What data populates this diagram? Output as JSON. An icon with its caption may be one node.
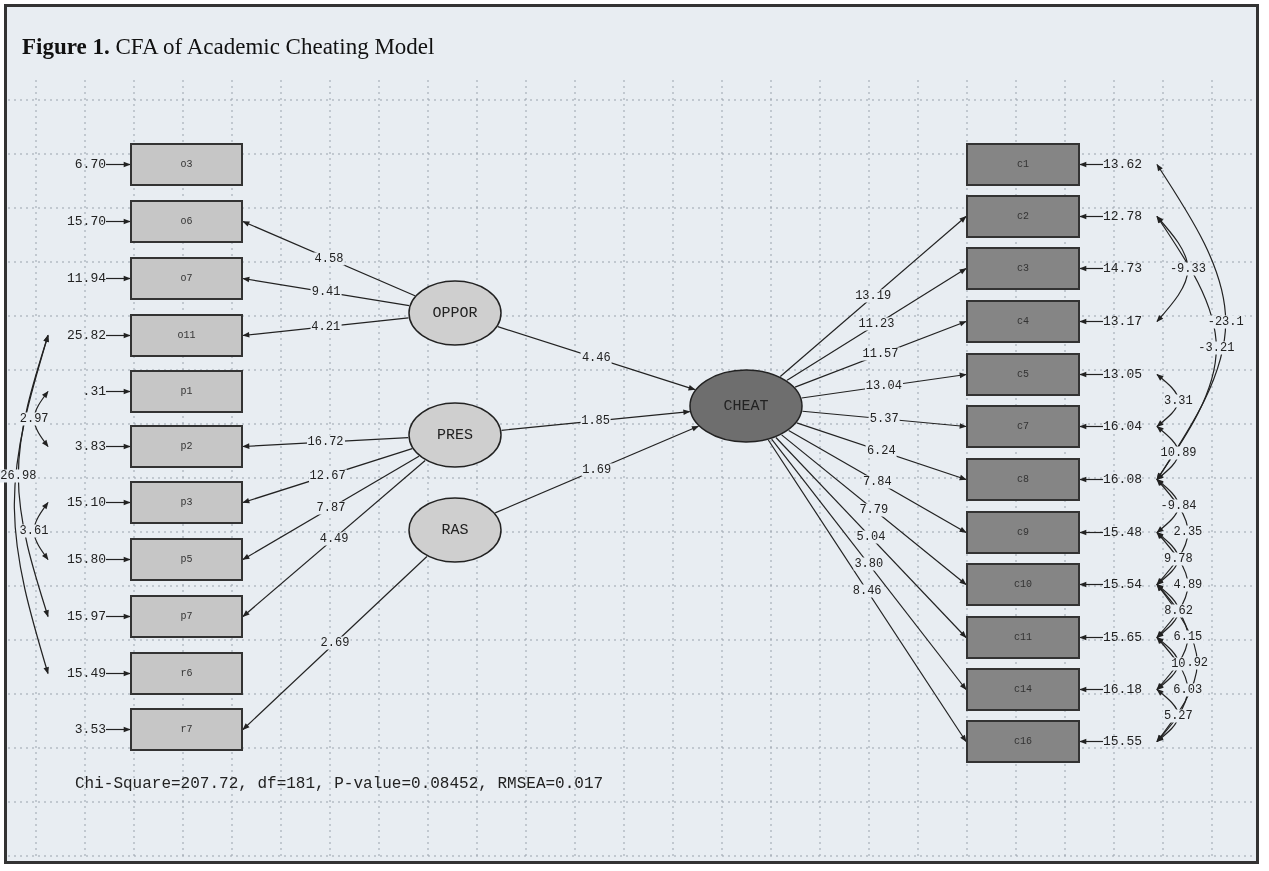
{
  "diagram": {
    "title": "**Figure 1.** CFA of Academic Cheating Model",
    "nodes": [
      {
        "text": [
          "o3"
        ]
      },
      {
        "text": [
          "o6"
        ]
      },
      {
        "text": [
          "o7"
        ]
      },
      {
        "text": [
          "o11"
        ]
      },
      {
        "text": [
          "p1"
        ]
      },
      {
        "text": [
          "p2"
        ]
      },
      {
        "text": [
          "p3"
        ]
      },
      {
        "text": [
          "p5"
        ]
      },
      {
        "text": [
          "p7"
        ]
      },
      {
        "text": [
          "r6"
        ]
      },
      {
        "text": [
          "r7"
        ]
      },
      {
        "text": [
          "OPPOR"
        ]
      },
      {
        "text": [
          "PRES"
        ]
      },
      {
        "text": [
          "RAS"
        ]
      },
      {
        "text": [
          "CHEAT"
        ]
      },
      {
        "text": [
          "c1"
        ]
      },
      {
        "text": [
          "c2"
        ]
      },
      {
        "text": [
          "c3"
        ]
      },
      {
        "text": [
          "c4"
        ]
      },
      {
        "text": [
          "c5"
        ]
      },
      {
        "text": [
          "c7"
        ]
      },
      {
        "text": [
          "c8"
        ]
      },
      {
        "text": [
          "c9"
        ]
      },
      {
        "text": [
          "c10"
        ]
      },
      {
        "text": [
          "c11"
        ]
      },
      {
        "text": [
          "c14"
        ]
      },
      {
        "text": [
          "c16"
        ]
      },
      {
        "text": [
          "6.70"
        ]
      },
      {
        "text": [
          "15.70"
        ]
      },
      {
        "text": [
          "11.94"
        ]
      },
      {
        "text": [
          "25.82"
        ]
      },
      {
        "text": [
          ".31"
        ]
      },
      {
        "text": [
          "3.83"
        ]
      },
      {
        "text": [
          "15.10"
        ]
      },
      {
        "text": [
          "15.80"
        ]
      },
      {
        "text": [
          "15.97"
        ]
      },
      {
        "text": [
          "15.49"
        ]
      },
      {
        "text": [
          "3.53"
        ]
      },
      {
        "text": [
          "13.62"
        ]
      },
      {
        "text": [
          "12.78"
        ]
      },
      {
        "text": [
          "14.73"
        ]
      },
      {
        "text": [
          "13.17"
        ]
      },
      {
        "text": [
          "13.05"
        ]
      },
      {
        "text": [
          "16.04"
        ]
      },
      {
        "text": [
          "16.08"
        ]
      },
      {
        "text": [
          "15.48"
        ]
      },
      {
        "text": [
          "15.54"
        ]
      },
      {
        "text": [
          "15.65"
        ]
      },
      {
        "text": [
          "16.18"
        ]
      },
      {
        "text": [
          "15.55"
        ]
      }
    ],
    "edges": [
      {
        "from": 27,
        "to": 0,
        "arrow": "to"
      },
      {
        "from": 28,
        "to": 1,
        "arrow": "to"
      },
      {
        "from": 29,
        "to": 2,
        "arrow": "to"
      },
      {
        "from": 30,
        "to": 3,
        "arrow": "to"
      },
      {
        "from": 31,
        "to": 4,
        "arrow": "to"
      },
      {
        "from": 32,
        "to": 5,
        "arrow": "to"
      },
      {
        "from": 33,
        "to": 6,
        "arrow": "to"
      },
      {
        "from": 34,
        "to": 7,
        "arrow": "to"
      },
      {
        "from": 35,
        "to": 8,
        "arrow": "to"
      },
      {
        "from": 36,
        "to": 9,
        "arrow": "to"
      },
      {
        "from": 37,
        "to": 10,
        "arrow": "to"
      },
      {
        "from": 38,
        "to": 15,
        "arrow": "to"
      },
      {
        "from": 39,
        "to": 16,
        "arrow": "to"
      },
      {
        "from": 40,
        "to": 17,
        "arrow": "to"
      },
      {
        "from": 41,
        "to": 18,
        "arrow": "to"
      },
      {
        "from": 42,
        "to": 19,
        "arrow": "to"
      },
      {
        "from": 43,
        "to": 20,
        "arrow": "to"
      },
      {
        "from": 44,
        "to": 21,
        "arrow": "to"
      },
      {
        "from": 45,
        "to": 22,
        "arrow": "to"
      },
      {
        "from": 46,
        "to": 23,
        "arrow": "to"
      },
      {
        "from": 47,
        "to": 24,
        "arrow": "to"
      },
      {
        "from": 48,
        "to": 25,
        "arrow": "to"
      },
      {
        "from": 49,
        "to": 26,
        "arrow": "to"
      },
      {
        "from": 11,
        "to": 1,
        "arrow": "to",
        "label": "4.58"
      },
      {
        "from": 11,
        "to": 2,
        "arrow": "to",
        "label": "9.41"
      },
      {
        "from": 11,
        "to": 3,
        "arrow": "to",
        "label": "4.21"
      },
      {
        "from": 12,
        "to": 5,
        "arrow": "to",
        "label": "16.72"
      },
      {
        "from": 12,
        "to": 6,
        "arrow": "to",
        "label": "12.67"
      },
      {
        "from": 12,
        "to": 7,
        "arrow": "to",
        "label": "7.87"
      },
      {
        "from": 12,
        "to": 8,
        "arrow": "to",
        "label": "4.49"
      },
      {
        "from": 13,
        "to": 10,
        "arrow": "to",
        "label": "2.69"
      },
      {
        "from": 11,
        "to": 14,
        "arrow": "to",
        "label": "4.46"
      },
      {
        "from": 12,
        "to": 14,
        "arrow": "to",
        "label": "1.85"
      },
      {
        "from": 13,
        "to": 14,
        "arrow": "to",
        "label": "1.69"
      },
      {
        "from": 14,
        "to": 16,
        "arrow": "to",
        "label": "13.19"
      },
      {
        "from": 14,
        "to": 17,
        "arrow": "to",
        "label": "11.23"
      },
      {
        "from": 14,
        "to": 18,
        "arrow": "to",
        "label": "11.57"
      },
      {
        "from": 14,
        "to": 19,
        "arrow": "to",
        "label": "13.04"
      },
      {
        "from": 14,
        "to": 20,
        "arrow": "to",
        "label": "5.37"
      },
      {
        "from": 14,
        "to": 21,
        "arrow": "to",
        "label": "6.24"
      },
      {
        "from": 14,
        "to": 22,
        "arrow": "to",
        "label": "7.84"
      },
      {
        "from": 14,
        "to": 23,
        "arrow": "to",
        "label": "7.79"
      },
      {
        "from": 14,
        "to": 24,
        "arrow": "to",
        "label": "5.04"
      },
      {
        "from": 14,
        "to": 25,
        "arrow": "to",
        "label": "3.80"
      },
      {
        "from": 14,
        "to": 26,
        "arrow": "to",
        "label": "8.46"
      },
      {
        "from": 30,
        "to": 35,
        "arrow": "both",
        "label": "26.98"
      },
      {
        "from": 31,
        "to": 32,
        "arrow": "both",
        "label": "2.97"
      },
      {
        "from": 33,
        "to": 34,
        "arrow": "both",
        "label": "3.61"
      },
      {
        "from": 30,
        "to": 36,
        "arrow": "both"
      },
      {
        "from": 39,
        "to": 41,
        "arrow": "both",
        "label": "-9.33"
      },
      {
        "from": 38,
        "to": 44,
        "arrow": "both",
        "label": "-23.1"
      },
      {
        "from": 39,
        "to": 44,
        "arrow": "both",
        "label": "-3.21"
      },
      {
        "from": 42,
        "to": 43,
        "arrow": "both",
        "label": "3.31"
      },
      {
        "from": 43,
        "to": 44,
        "arrow": "both",
        "label": "10.89"
      },
      {
        "from": 44,
        "to": 45,
        "arrow": "both",
        "label": "-9.84"
      },
      {
        "from": 44,
        "to": 46,
        "arrow": "both",
        "label": "2.35"
      },
      {
        "from": 45,
        "to": 46,
        "arrow": "both",
        "label": "9.78"
      },
      {
        "from": 45,
        "to": 47,
        "arrow": "both",
        "label": "4.89"
      },
      {
        "from": 46,
        "to": 47,
        "arrow": "both",
        "label": "8.62"
      },
      {
        "from": 46,
        "to": 48,
        "arrow": "both",
        "label": "6.15"
      },
      {
        "from": 47,
        "to": 48,
        "arrow": "both",
        "label": "10"
      },
      {
        "from": 47,
        "to": 49,
        "arrow": "both",
        "label": "6.03"
      },
      {
        "from": 48,
        "to": 49,
        "arrow": "both",
        "label": "5.27"
      },
      {
        "from": 46,
        "to": 49,
        "arrow": "both",
        "label": ".92"
      }
    ],
    "labels": [
      "Chi-Square=207.72, df=181, P-value=0.08452, RMSEA=0.017"
    ]
  }
}
